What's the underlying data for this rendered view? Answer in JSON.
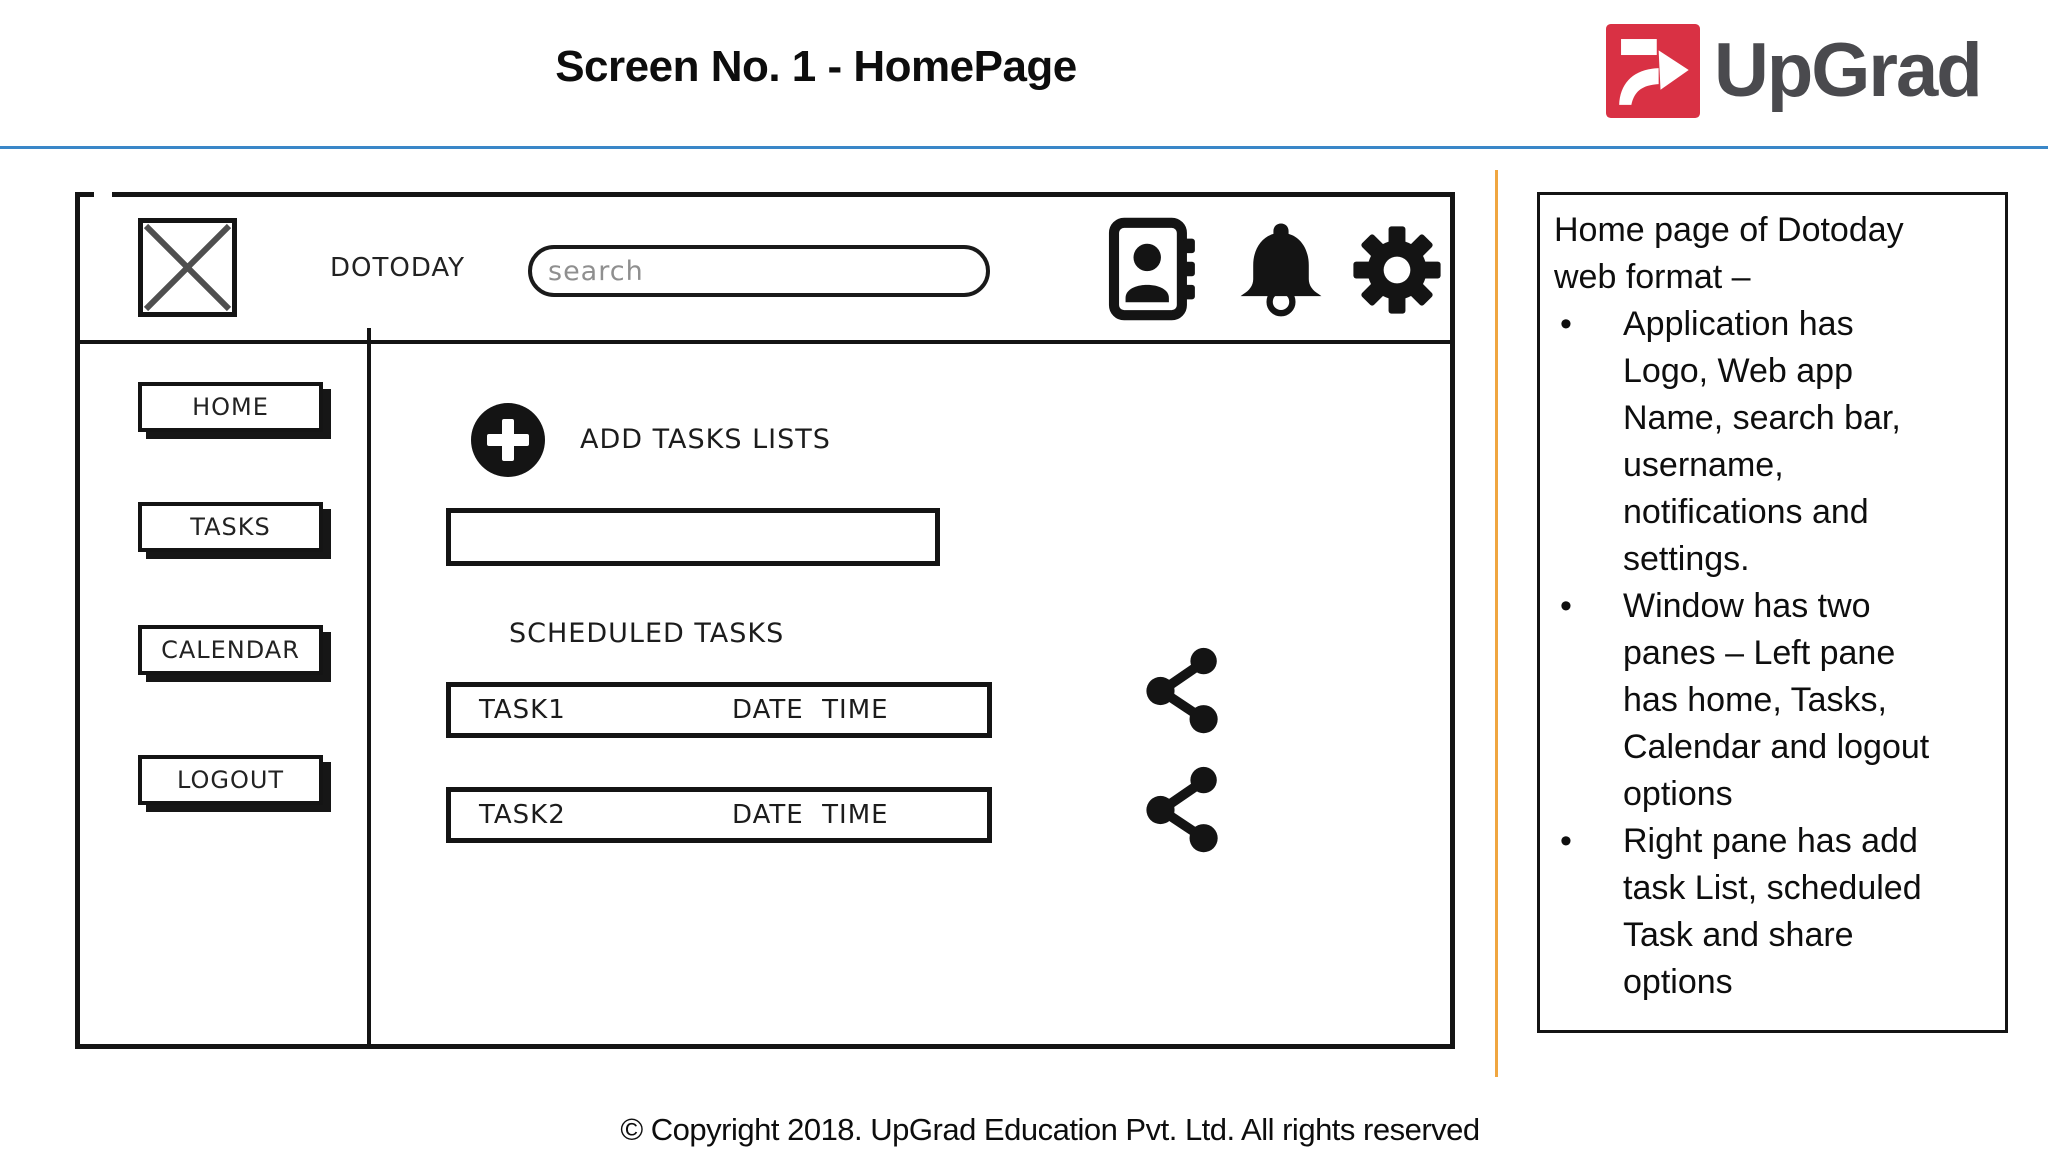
{
  "page": {
    "title": "Screen No. 1 - HomePage",
    "footer": "© Copyright 2018. UpGrad Education Pvt. Ltd. All rights reserved"
  },
  "brand": {
    "logo_text": "UpGrad",
    "mark_color": "#d93144",
    "text_color": "#4a4a4e"
  },
  "colors": {
    "header_rule_blue": "#3a87c8",
    "panel_rule_orange": "#f0a640",
    "wireframe_ink": "#141414"
  },
  "wireframe": {
    "app_name": "DOTODAY",
    "logo_placeholder": "image-placeholder-x",
    "search_placeholder": "search",
    "topbar_icons": [
      "contacts-icon",
      "notifications-bell-icon",
      "settings-gear-icon"
    ],
    "nav": [
      "HOME",
      "TASKS",
      "CALENDAR",
      "LOGOUT"
    ],
    "add_tasks_label": "ADD TASKS LISTS",
    "add_icon": "plus-circle-icon",
    "scheduled_heading": "SCHEDULED TASKS",
    "tasks": [
      {
        "name": "TASK1",
        "meta": "DATE  TIME",
        "action_icon": "share-icon"
      },
      {
        "name": "TASK2",
        "meta": "DATE  TIME",
        "action_icon": "share-icon"
      }
    ]
  },
  "notes": {
    "intro": "Home page of Dotoday\nweb format –",
    "bullets": [
      "Application has\nLogo, Web app\nName, search bar,\nusername,\nnotifications and\nsettings.",
      "Window has two\npanes – Left pane\nhas home, Tasks,\nCalendar and logout\noptions",
      "Right pane has add\ntask List, scheduled\nTask and share\noptions"
    ]
  }
}
